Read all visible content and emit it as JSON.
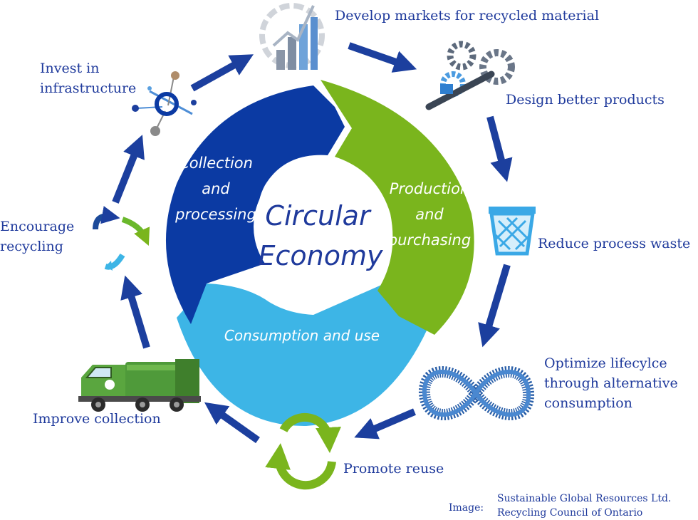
{
  "center": {
    "line1": "Circular",
    "line2": "Economy"
  },
  "segments": {
    "collection": [
      "Collection",
      "and",
      "processing"
    ],
    "production": [
      "Production",
      "and",
      "purchasing"
    ],
    "consumption": "Consumption and use"
  },
  "steps": {
    "markets": "Develop markets for recycled material",
    "design": "Design better products",
    "waste": "Reduce process waste",
    "optimize": [
      "Optimize lifecylce",
      "through alternative",
      "consumption"
    ],
    "reuse": "Promote reuse",
    "collection": "Improve collection",
    "recycling": [
      "Encourage",
      "recycling"
    ],
    "infrastructure": [
      "Invest in",
      "infrastructure"
    ]
  },
  "credit": {
    "label": "Image:",
    "line1": "Sustainable Global Resources Ltd.",
    "line2": "Recycling Council of Ontario"
  },
  "icons": [
    "bar-chart-icon",
    "gears-icon",
    "waste-basket-icon",
    "infinity-icon",
    "reuse-arrows-icon",
    "garbage-truck-icon",
    "recycling-arrows-icon",
    "network-node-icon"
  ],
  "colors": {
    "dark_blue": "#0b3aa3",
    "green": "#7ab51d",
    "light_blue": "#3db5e6",
    "label_text": "#1f3a9c",
    "arrow": "#1c3f9e"
  }
}
